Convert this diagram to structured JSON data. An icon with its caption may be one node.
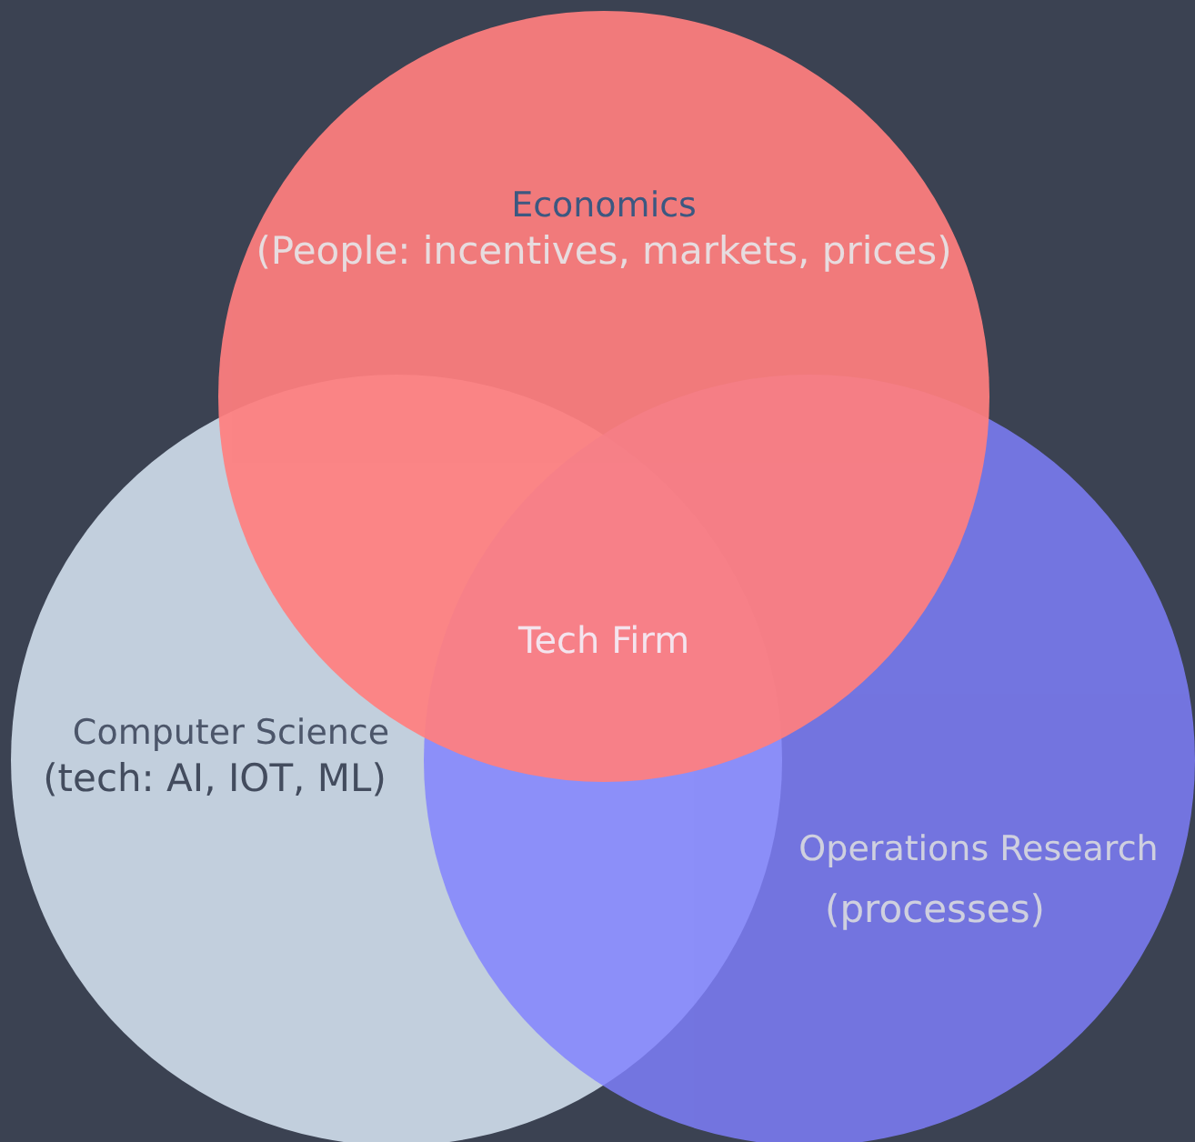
{
  "diagram": {
    "nodes": [
      {
        "text": [
          "Economics",
          "(People: incentives, markets, prices)"
        ]
      },
      {
        "text": [
          "Computer Science",
          "(tech: AI, IOT, ML)"
        ]
      },
      {
        "text": [
          "Operations Research",
          "(processes)"
        ]
      }
    ],
    "labels": [
      "Tech Firm"
    ]
  }
}
